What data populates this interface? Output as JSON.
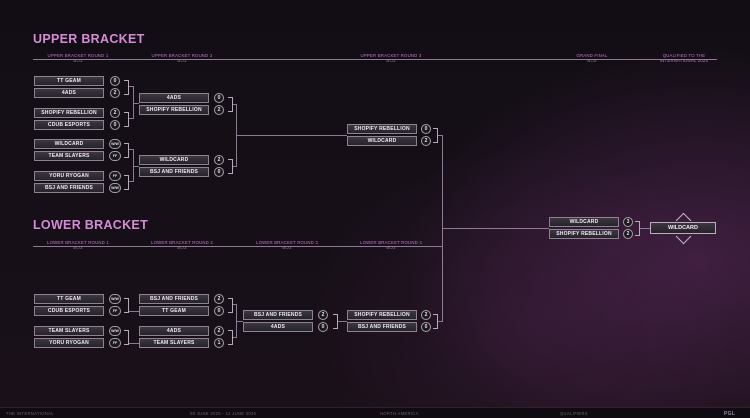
{
  "upper": {
    "title": "UPPER BRACKET",
    "headers": [
      {
        "label": "UPPER BRACKET ROUND 1",
        "format": "BO3"
      },
      {
        "label": "UPPER BRACKET ROUND 2",
        "format": "BO3"
      },
      {
        "label": "UPPER BRACKET ROUND 3",
        "format": "BO3"
      },
      {
        "label": "GRAND FINAL",
        "format": "BO5"
      },
      {
        "label": "QUALIFIED TO THE INTERNATIONAL 2025",
        "format": ""
      }
    ],
    "r1": [
      {
        "a": "TT GEAM",
        "as": "0",
        "b": "4ADS",
        "bs": "2"
      },
      {
        "a": "SHOPIFY REBELLION",
        "as": "2",
        "b": "CDUB ESPORTS",
        "bs": "0"
      },
      {
        "a": "WILDCARD",
        "as": "W/W",
        "b": "TEAM SLAYERS",
        "bs": "FF"
      },
      {
        "a": "YORU RYOGAN",
        "as": "FF",
        "b": "BSJ AND FRIENDS",
        "bs": "W/W"
      }
    ],
    "r2": [
      {
        "a": "4ADS",
        "as": "0",
        "b": "SHOPIFY REBELLION",
        "bs": "2"
      },
      {
        "a": "WILDCARD",
        "as": "2",
        "b": "BSJ AND FRIENDS",
        "bs": "0"
      }
    ],
    "r3": [
      {
        "a": "SHOPIFY REBELLION",
        "as": "0",
        "b": "WILDCARD",
        "bs": "2"
      }
    ]
  },
  "final": {
    "a": "WILDCARD",
    "as": "3",
    "b": "SHOPIFY REBELLION",
    "bs": "2"
  },
  "winner": "WILDCARD",
  "lower": {
    "title": "LOWER BRACKET",
    "headers": [
      {
        "label": "LOWER BRACKET ROUND 1",
        "format": "BO3"
      },
      {
        "label": "LOWER BRACKET ROUND 2",
        "format": "BO3"
      },
      {
        "label": "LOWER BRACKET ROUND 3",
        "format": "BO3"
      },
      {
        "label": "LOWER BRACKET ROUND 4",
        "format": "BO3"
      }
    ],
    "r1": [
      {
        "a": "TT GEAM",
        "as": "W/W",
        "b": "CDUB ESPORTS",
        "bs": "FF"
      },
      {
        "a": "TEAM SLAYERS",
        "as": "W/W",
        "b": "YORU RYOGAN",
        "bs": "FF"
      }
    ],
    "r2": [
      {
        "a": "BSJ AND FRIENDS",
        "as": "2",
        "b": "TT GEAM",
        "bs": "0"
      },
      {
        "a": "4ADS",
        "as": "2",
        "b": "TEAM SLAYERS",
        "bs": "1"
      }
    ],
    "r3": [
      {
        "a": "BSJ AND FRIENDS",
        "as": "2",
        "b": "4ADS",
        "bs": "0"
      }
    ],
    "r4": [
      {
        "a": "SHOPIFY REBELLION",
        "as": "2",
        "b": "BSJ AND FRIENDS",
        "bs": "0"
      }
    ]
  },
  "footer": {
    "brand": "THE INTERNATIONAL",
    "dates": "09 JUNE 2025 - 12 JUNE 2025",
    "region": "NORTH AMERICA",
    "stage": "QUALIFIERS",
    "logo": "PGL"
  },
  "colors": {
    "accent": "#d58bd6",
    "background": "#160f18",
    "line": "#b9a9bd"
  }
}
